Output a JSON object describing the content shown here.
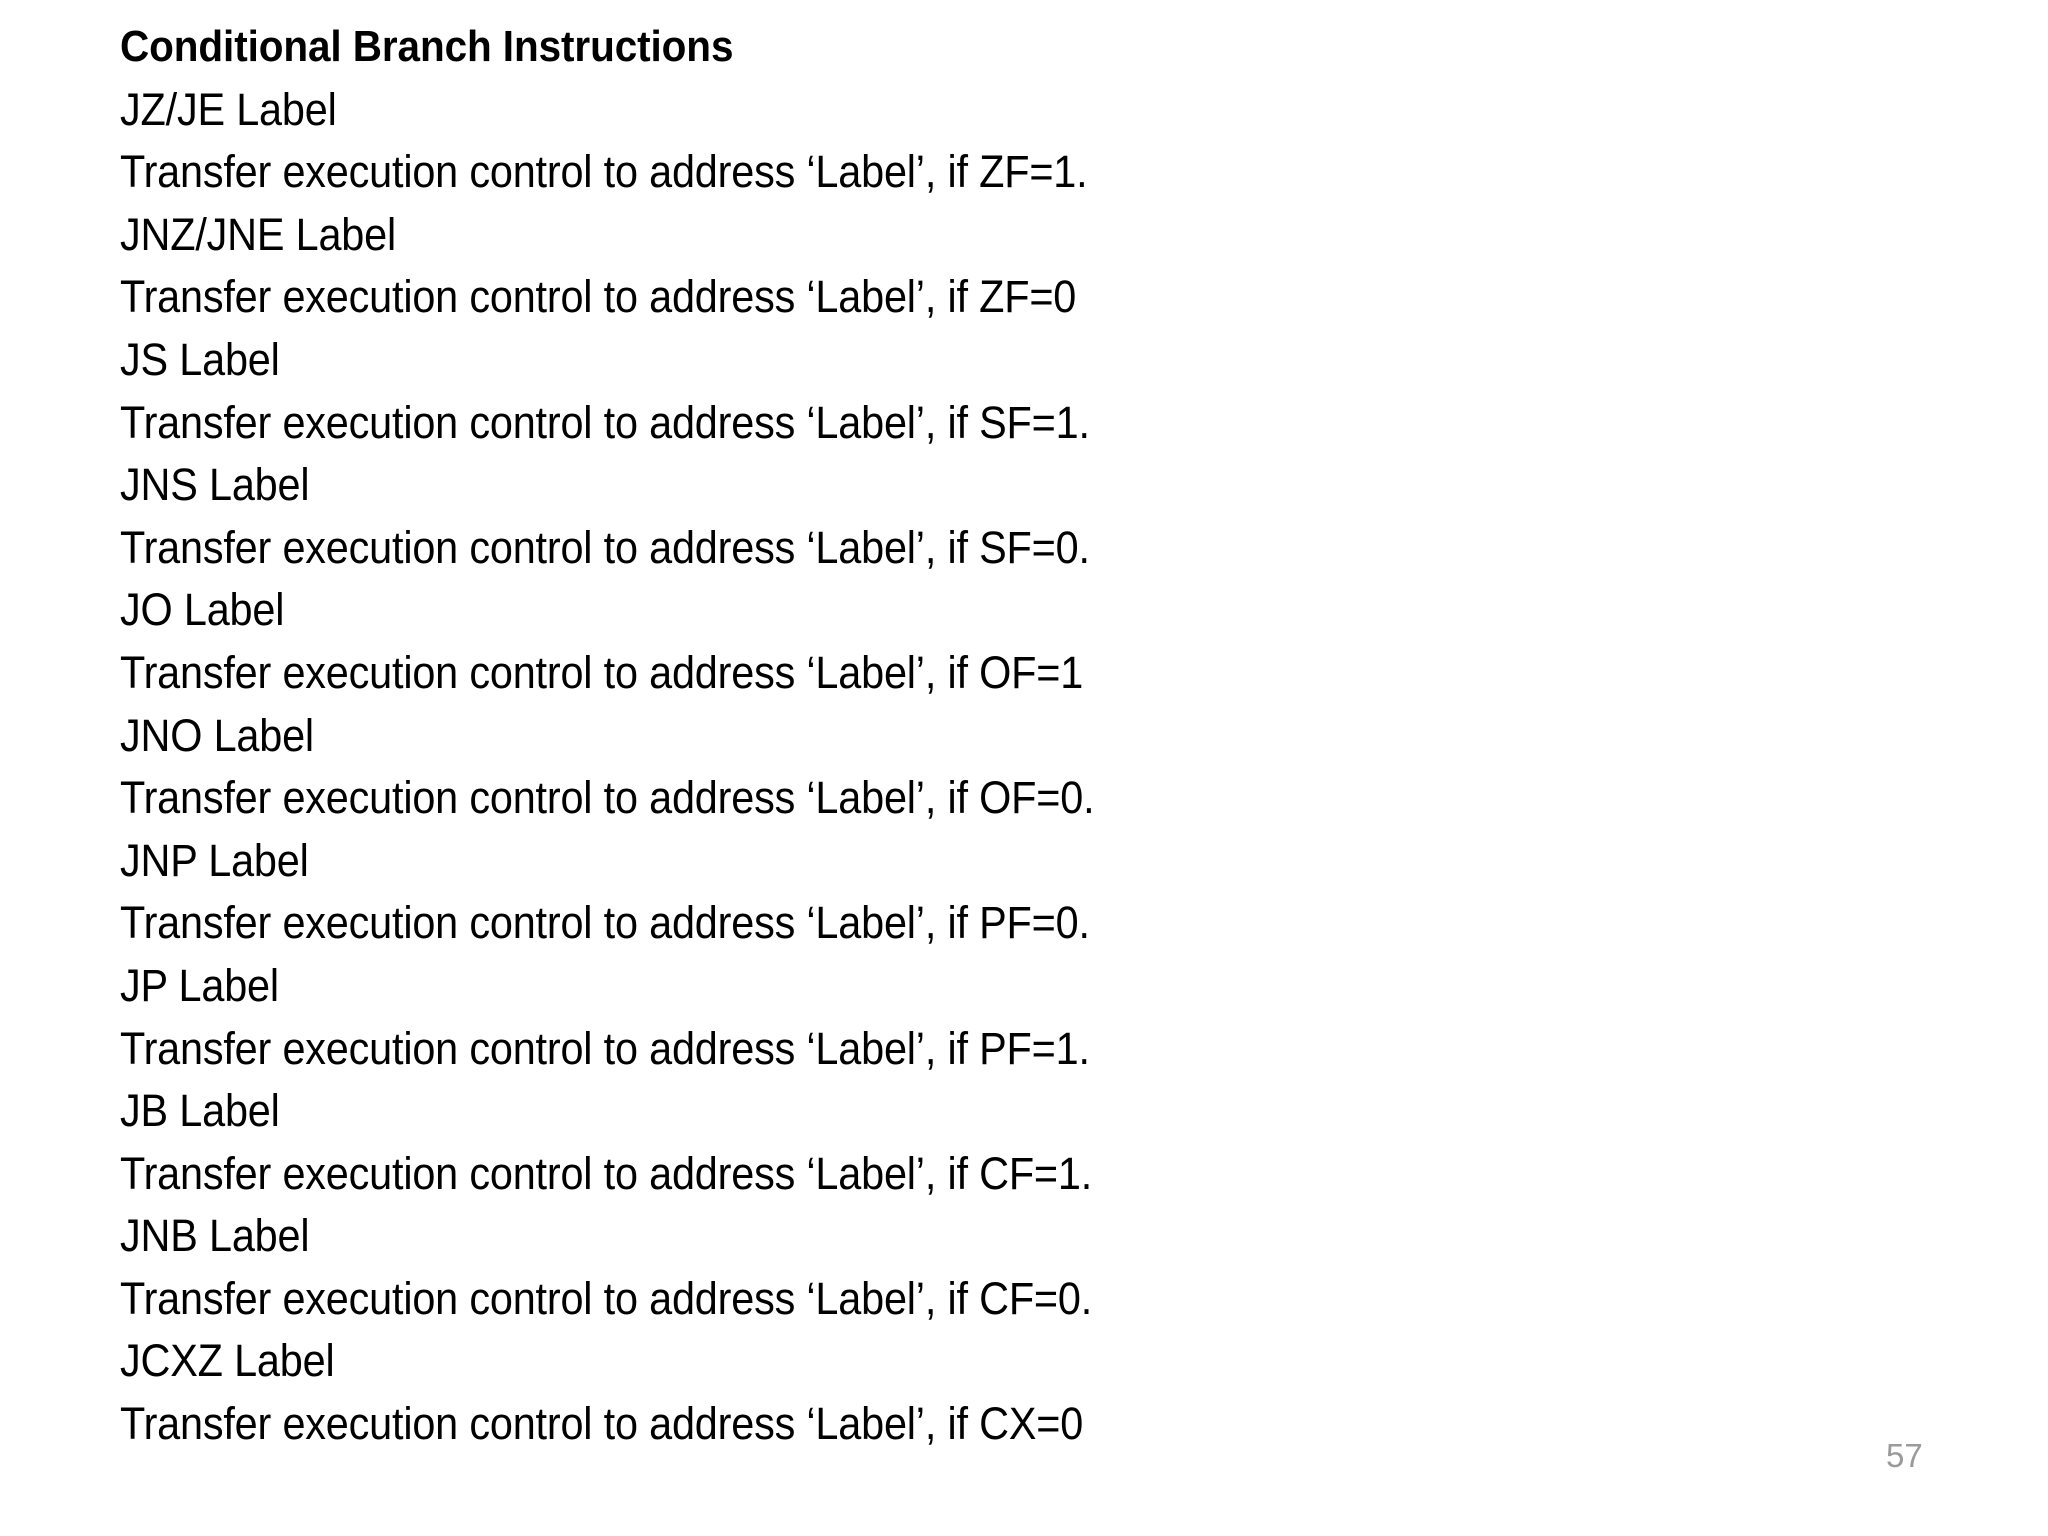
{
  "slide": {
    "background_color": "#ffffff",
    "text_color": "#000000",
    "page_number_color": "#9a9a9a",
    "title": "Conditional Branch Instructions",
    "page_number": "57",
    "lines": [
      {
        "text": "Conditional Branch Instructions",
        "style": "title"
      },
      {
        "text": "JZ/JE Label",
        "style": "mnemonic"
      },
      {
        "text": "Transfer execution control to address ‘Label’, if ZF=1.",
        "style": "description"
      },
      {
        "text": "JNZ/JNE Label",
        "style": "mnemonic"
      },
      {
        "text": "Transfer execution control to address ‘Label’, if ZF=0",
        "style": "description"
      },
      {
        "text": "JS Label",
        "style": "mnemonic"
      },
      {
        "text": "Transfer execution control to address ‘Label’, if SF=1.",
        "style": "description"
      },
      {
        "text": "JNS Label",
        "style": "mnemonic"
      },
      {
        "text": "Transfer execution control to address ‘Label’, if SF=0.",
        "style": "description"
      },
      {
        "text": "JO Label",
        "style": "mnemonic"
      },
      {
        "text": "Transfer execution control to address ‘Label’, if OF=1",
        "style": "description"
      },
      {
        "text": "JNO Label",
        "style": "mnemonic"
      },
      {
        "text": "Transfer execution control to address ‘Label’, if OF=0.",
        "style": "description"
      },
      {
        "text": "JNP Label",
        "style": "mnemonic"
      },
      {
        "text": "Transfer execution control to address ‘Label’, if PF=0.",
        "style": "description"
      },
      {
        "text": "JP Label",
        "style": "mnemonic"
      },
      {
        "text": "Transfer execution control to address ‘Label’, if PF=1.",
        "style": "description"
      },
      {
        "text": "JB Label",
        "style": "mnemonic"
      },
      {
        "text": "Transfer execution control to address ‘Label’, if CF=1.",
        "style": "description"
      },
      {
        "text": "JNB Label",
        "style": "mnemonic"
      },
      {
        "text": "Transfer execution control to address ‘Label’, if CF=0.",
        "style": "description"
      },
      {
        "text": "JCXZ Label",
        "style": "mnemonic"
      },
      {
        "text": "Transfer execution control to address ‘Label’, if CX=0",
        "style": "description"
      }
    ]
  }
}
